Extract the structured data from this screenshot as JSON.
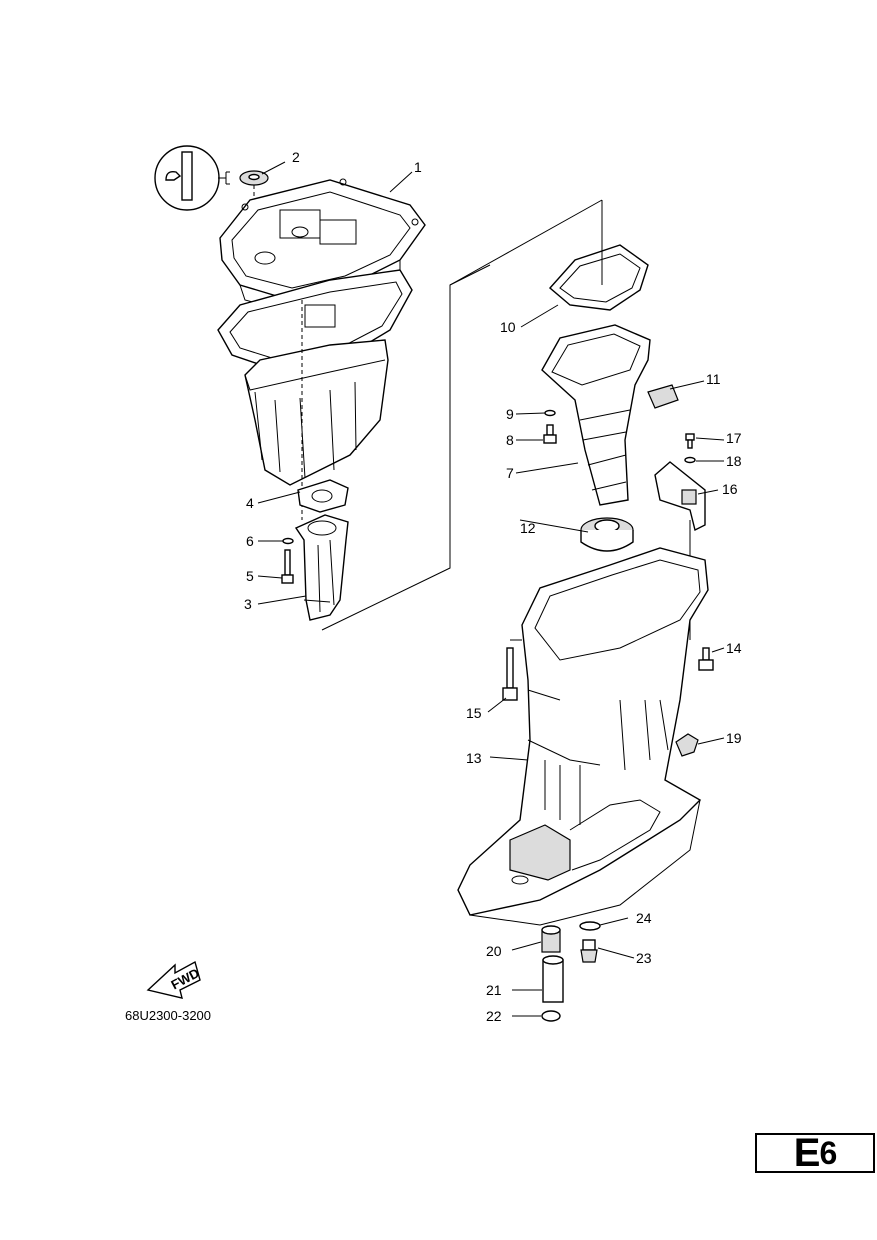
{
  "callouts": [
    "1",
    "2",
    "3",
    "4",
    "5",
    "6",
    "7",
    "8",
    "9",
    "10",
    "11",
    "12",
    "13",
    "14",
    "15",
    "16",
    "17",
    "18",
    "19",
    "20",
    "21",
    "22",
    "23",
    "24"
  ],
  "diagram_code": "68U2300-3200",
  "fwd_label": "FWD",
  "page_tag": {
    "letter": "E",
    "number": "6"
  },
  "colors": {
    "ink": "#000000",
    "paper": "#ffffff",
    "shade": "#dcdcdc"
  }
}
